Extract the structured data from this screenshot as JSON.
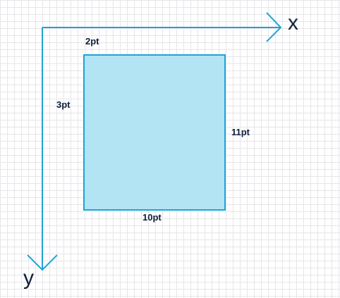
{
  "axes": {
    "x_label": "x",
    "y_label": "y",
    "color": "#1fa3d6"
  },
  "rectangle": {
    "fill": "#b3e4f4",
    "stroke": "#1fa3d6",
    "labels": {
      "top": "2pt",
      "left": "3pt",
      "right": "11pt",
      "bottom": "10pt"
    }
  },
  "text_color": "#0f1f3a",
  "grid_color": "#e6e6ea"
}
